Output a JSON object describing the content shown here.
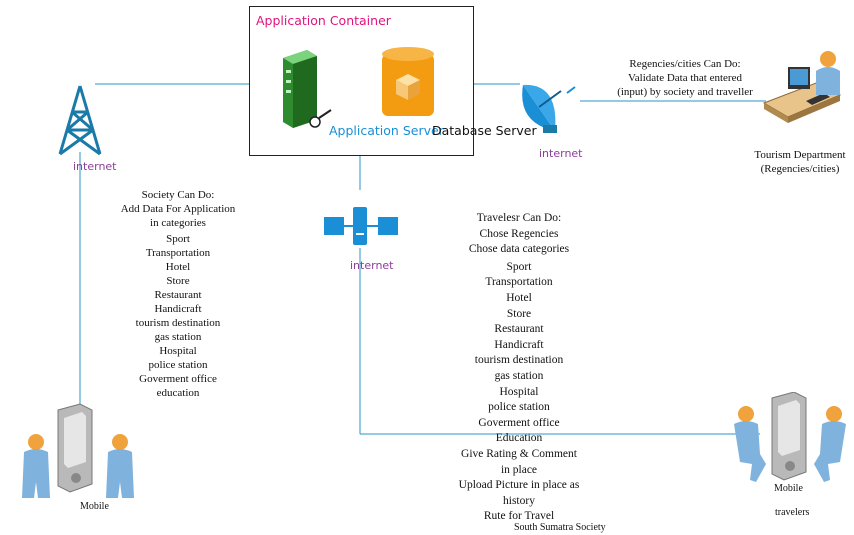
{
  "container": {
    "title": "Application Container"
  },
  "servers": {
    "app_label": "Application Server",
    "db_label": "Database Server"
  },
  "internet_labels": {
    "left": "internet",
    "center": "internet",
    "right": "internet"
  },
  "regencies": {
    "heading": "Regencies/cities Can Do:",
    "line1": "Validate Data that entered",
    "line2": "(input) by society and traveller"
  },
  "tourism": {
    "line1": "Tourism Department",
    "line2": "(Regencies/cities)"
  },
  "society": {
    "heading": "Society Can Do:",
    "line1": "Add Data For Application",
    "line2": "in categories",
    "items": [
      "Sport",
      "Transportation",
      "Hotel",
      "Store",
      "Restaurant",
      "Handicraft",
      "tourism destination",
      "gas station",
      "Hospital",
      "police station",
      "Goverment office",
      "education"
    ]
  },
  "travelers": {
    "heading": "Travelesr Can Do:",
    "line1": "Chose Regencies",
    "line2": "Chose data categories",
    "items": [
      "Sport",
      "Transportation",
      "Hotel",
      "Store",
      "Restaurant",
      "Handicraft",
      "tourism destination",
      "gas station",
      "Hospital",
      "police station",
      "Goverment office",
      "Education"
    ],
    "extra": [
      "Give Rating & Comment",
      "in place",
      "Upload Picture in place as",
      "history",
      "Rute for Travel"
    ]
  },
  "mobile_left": {
    "label": "Mobile"
  },
  "mobile_right": {
    "label": "Mobile",
    "caption": "travelers"
  },
  "footer": {
    "caption": "South Sumatra Society"
  },
  "colors": {
    "line": "#2a95c9",
    "container_title": "#e0147f",
    "app_label": "#1a8fd6",
    "internet": "#8c3d99",
    "person": "#7fb2dc",
    "head": "#f0a23c"
  }
}
